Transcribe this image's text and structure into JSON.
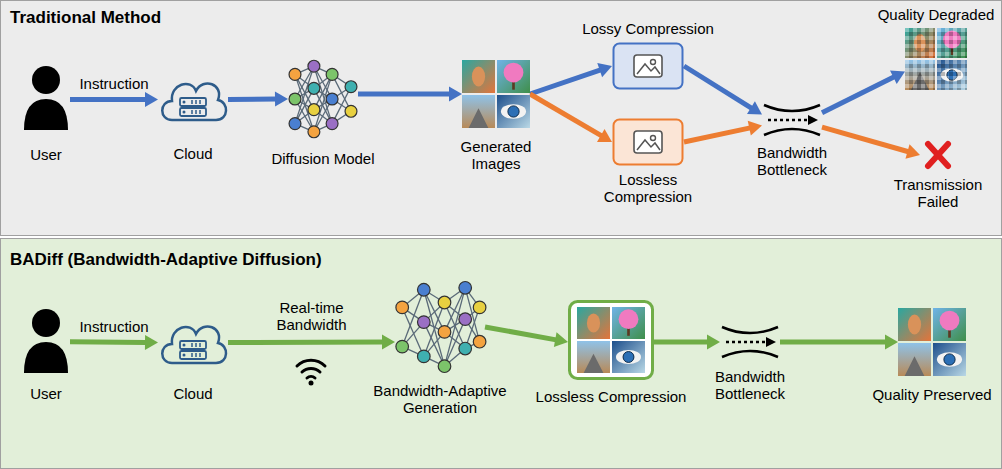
{
  "diagram": {
    "nodes": [
      {
        "text": [
          "Traditional Method"
        ]
      },
      {
        "text": [
          "User"
        ],
        "in": 0
      },
      {
        "text": [
          "Cloud"
        ],
        "in": 0
      },
      {
        "text": [
          "Diffusion Model"
        ],
        "in": 0
      },
      {
        "text": [
          "Generated Images"
        ],
        "in": 0
      },
      {
        "text": [
          "Lossy Compression"
        ],
        "in": 0
      },
      {
        "text": [
          "Lossless Compression"
        ],
        "in": 0
      },
      {
        "text": [
          "Bandwidth Bottleneck"
        ],
        "in": 0
      },
      {
        "text": [
          "Quality Degraded"
        ],
        "in": 0
      },
      {
        "text": [
          "Transmission Failed"
        ],
        "in": 0
      },
      {
        "text": [
          "BADiff (Bandwidth-Adaptive Diffusion)"
        ]
      },
      {
        "text": [
          "User"
        ],
        "in": 10
      },
      {
        "text": [
          "Cloud"
        ],
        "in": 10
      },
      {
        "text": [
          "Bandwidth-Adaptive Generation"
        ],
        "in": 10
      },
      {
        "text": [
          "Lossless Compression"
        ],
        "in": 10
      },
      {
        "text": [
          "Bandwidth Bottleneck"
        ],
        "in": 10
      },
      {
        "text": [
          "Quality Preserved"
        ],
        "in": 10
      }
    ],
    "edges": [
      {
        "from": 1,
        "to": 2,
        "label": "Instruction",
        "arrow": "to"
      },
      {
        "from": 2,
        "to": 3,
        "arrow": "to"
      },
      {
        "from": 3,
        "to": 4,
        "arrow": "to"
      },
      {
        "from": 4,
        "to": 5,
        "arrow": "to"
      },
      {
        "from": 4,
        "to": 6,
        "arrow": "to"
      },
      {
        "from": 5,
        "to": 7,
        "arrow": "to"
      },
      {
        "from": 6,
        "to": 7,
        "arrow": "to"
      },
      {
        "from": 7,
        "to": 8,
        "arrow": "to"
      },
      {
        "from": 7,
        "to": 9,
        "arrow": "to"
      },
      {
        "from": 11,
        "to": 12,
        "label": "Instruction",
        "arrow": "to"
      },
      {
        "from": 12,
        "to": 13,
        "label": "Real-time Bandwidth",
        "arrow": "to"
      },
      {
        "from": 13,
        "to": 14,
        "arrow": "to"
      },
      {
        "from": 14,
        "to": 15,
        "arrow": "to"
      },
      {
        "from": 15,
        "to": 16,
        "arrow": "to"
      }
    ]
  }
}
